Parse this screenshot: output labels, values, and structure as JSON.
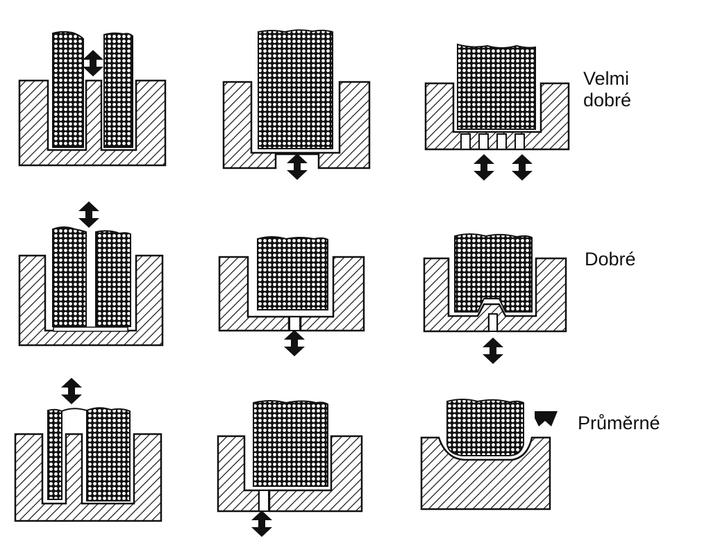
{
  "rows": [
    {
      "label": "Velmi\ndobré"
    },
    {
      "label": "Dobré"
    },
    {
      "label": "Průměrné"
    }
  ],
  "colors": {
    "ink": "#111111",
    "background": "#ffffff"
  },
  "patterns": {
    "mold": "diagonal-hatch",
    "part": "dotted-texture"
  },
  "icons": {
    "vertical": "double-arrow-vertical-icon",
    "diagonal": "arrow-diagonal-icon"
  }
}
